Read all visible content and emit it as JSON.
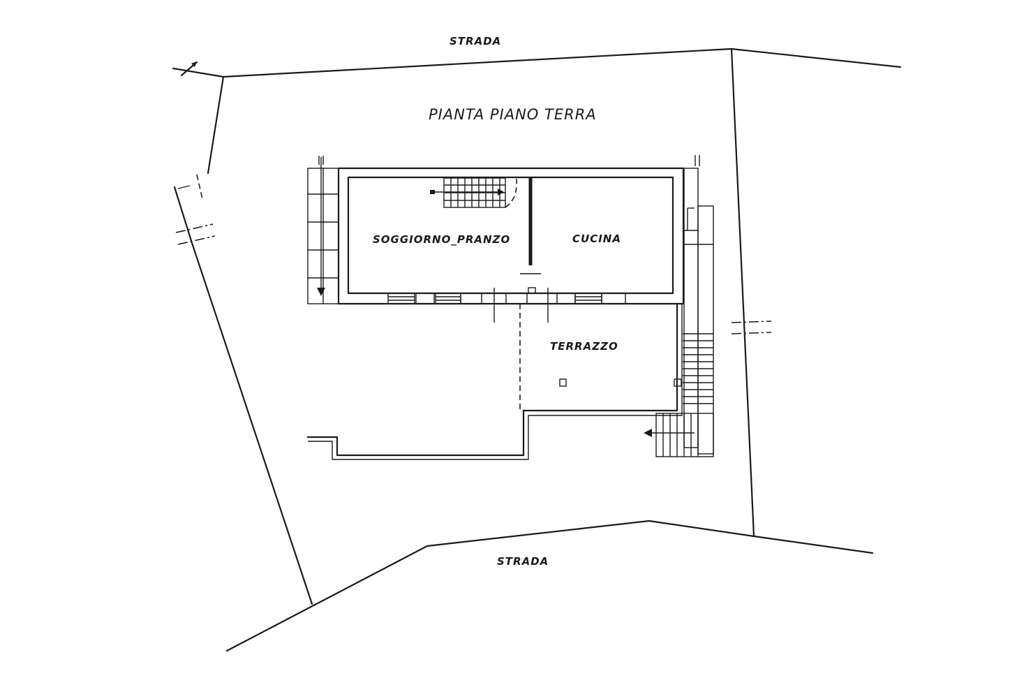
{
  "plan": {
    "title": "PIANTA PIANO TERRA",
    "road_top": "STRADA",
    "road_bottom": "STRADA",
    "rooms": {
      "living": "SOGGIORNO_PRANZO",
      "kitchen": "CUCINA",
      "terrace": "TERRAZZO"
    }
  }
}
